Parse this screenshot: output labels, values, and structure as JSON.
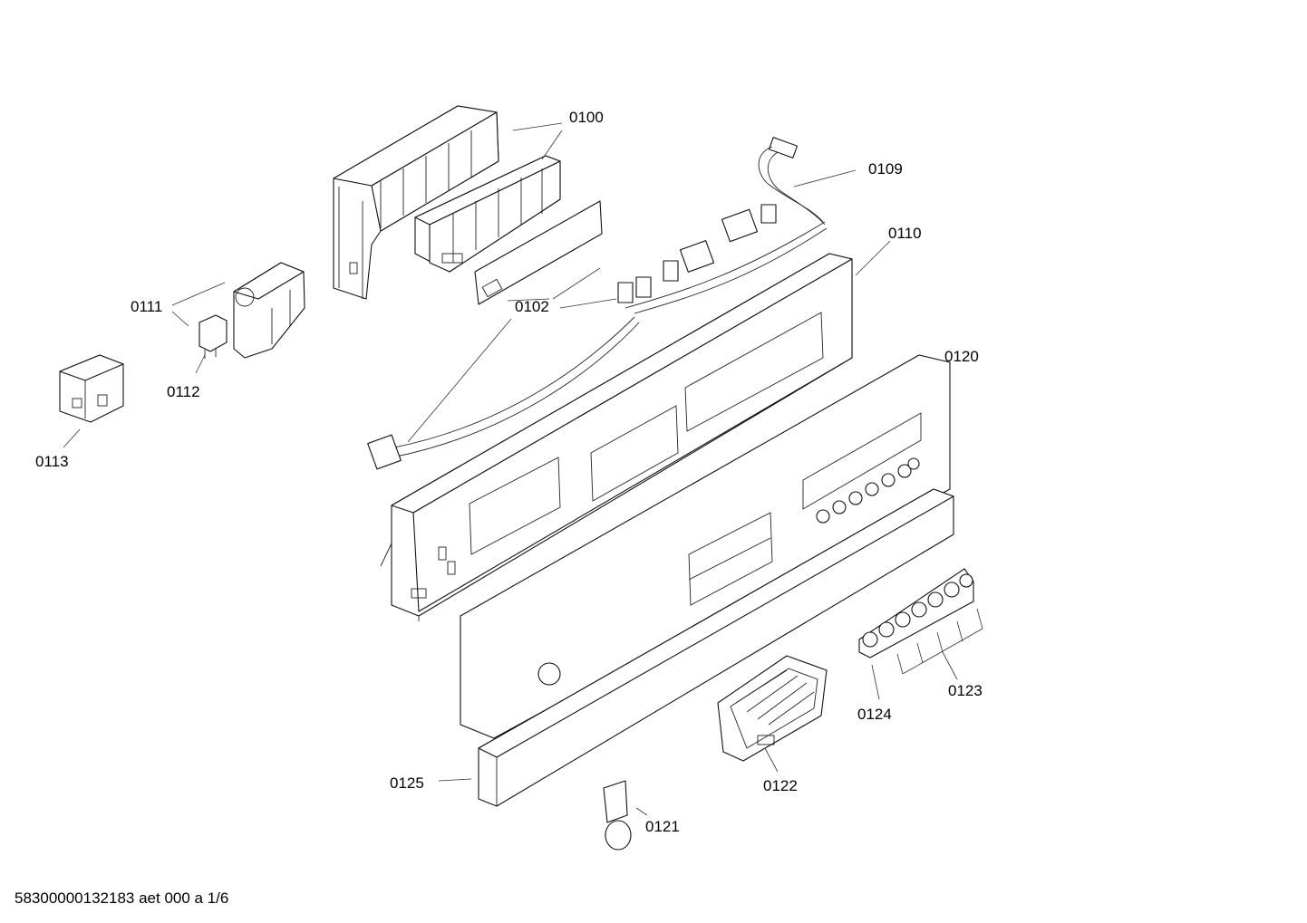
{
  "parts": [
    {
      "id": "p0100",
      "label": "0100"
    },
    {
      "id": "p0109",
      "label": "0109"
    },
    {
      "id": "p0110",
      "label": "0110"
    },
    {
      "id": "p0102",
      "label": "0102"
    },
    {
      "id": "p0111",
      "label": "0111"
    },
    {
      "id": "p0112",
      "label": "0112"
    },
    {
      "id": "p0113",
      "label": "0113"
    },
    {
      "id": "p0120",
      "label": "0120"
    },
    {
      "id": "p0123",
      "label": "0123"
    },
    {
      "id": "p0124",
      "label": "0124"
    },
    {
      "id": "p0122",
      "label": "0122"
    },
    {
      "id": "p0125",
      "label": "0125"
    },
    {
      "id": "p0121",
      "label": "0121"
    }
  ],
  "footer": {
    "text": "58300000132183 aet 000 a 1/6"
  }
}
